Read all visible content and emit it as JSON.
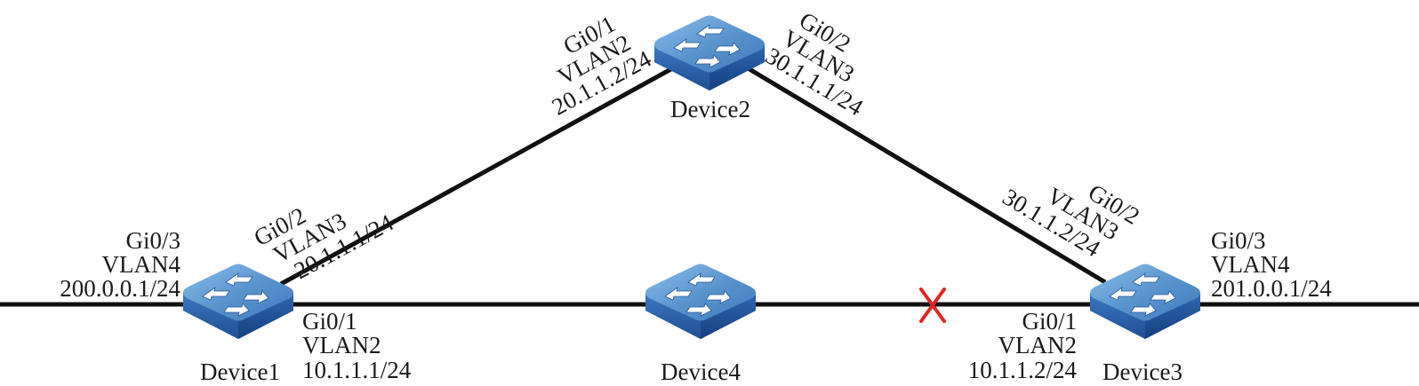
{
  "diagram": {
    "type": "network-topology",
    "devices": [
      {
        "id": "d1",
        "name": "Device1",
        "icon": "switch-icon"
      },
      {
        "id": "d2",
        "name": "Device2",
        "icon": "switch-icon"
      },
      {
        "id": "d3",
        "name": "Device3",
        "icon": "switch-icon"
      },
      {
        "id": "d4",
        "name": "Device4",
        "icon": "switch-icon"
      }
    ],
    "interfaces": {
      "d1_gi03": {
        "port": "Gi0/3",
        "vlan": "VLAN4",
        "ip": "200.0.0.1/24"
      },
      "d1_gi01": {
        "port": "Gi0/1",
        "vlan": "VLAN2",
        "ip": "10.1.1.1/24"
      },
      "d1_gi02": {
        "port": "Gi0/2",
        "vlan": "VLAN3",
        "ip": "20.1.1.1/24"
      },
      "d2_gi01": {
        "port": "Gi0/1",
        "vlan": "VLAN2",
        "ip": "20.1.1.2/24"
      },
      "d2_gi02": {
        "port": "Gi0/2",
        "vlan": "VLAN3",
        "ip": "30.1.1.1/24"
      },
      "d3_gi02": {
        "port": "Gi0/2",
        "vlan": "VLAN3",
        "ip": "30.1.1.2/24"
      },
      "d3_gi03": {
        "port": "Gi0/3",
        "vlan": "VLAN4",
        "ip": "201.0.0.1/24"
      },
      "d3_gi01": {
        "port": "Gi0/1",
        "vlan": "VLAN2",
        "ip": "10.1.1.2/24"
      }
    },
    "links": [
      {
        "from": "external-left",
        "to": "d1",
        "status": "up"
      },
      {
        "from": "d1",
        "to": "d2",
        "status": "up"
      },
      {
        "from": "d2",
        "to": "d3",
        "status": "up"
      },
      {
        "from": "d1",
        "to": "d4",
        "status": "up"
      },
      {
        "from": "d4",
        "to": "d3",
        "status": "blocked",
        "marker": "red-x-icon"
      },
      {
        "from": "d3",
        "to": "external-right",
        "status": "up"
      }
    ],
    "colors": {
      "link": "#111111",
      "switch_top": "#5b95cf",
      "switch_side": "#2a62a8",
      "blocked_marker": "#e02424"
    }
  }
}
